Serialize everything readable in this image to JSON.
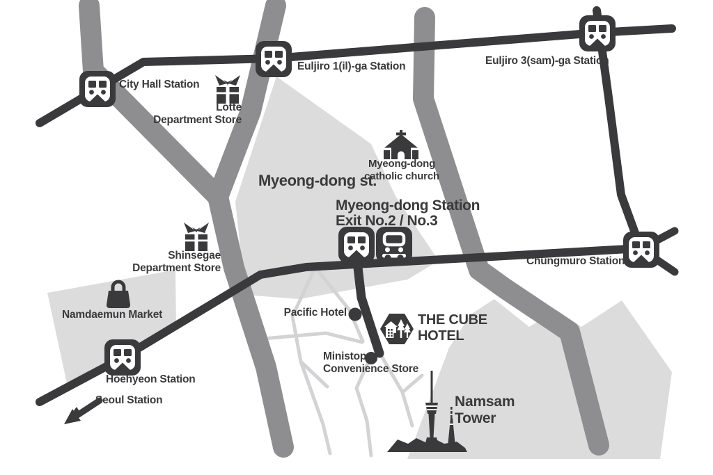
{
  "map": {
    "description": "Stylized access map of THE CUBE HOTEL in Myeong-dong, Seoul",
    "colors": {
      "ink": "#3a3a3c",
      "road_gray": "#8e8e91",
      "area_light": "#dcdcdd",
      "street_light": "#d3d3d5",
      "background": "#ffffff"
    },
    "icons": {
      "train_station": "train-front-icon",
      "bus_stop": "bus-front-icon",
      "department_store": "gift-icon",
      "market": "shopping-bag-icon",
      "church": "church-icon",
      "hotel_logo": "hexagon-lodge-icon",
      "tower": "namsan-tower-icon",
      "direction_arrow": "arrow-down-left-icon",
      "poi_dot": "dot-marker"
    },
    "labels": {
      "city_hall": "City Hall Station",
      "euljiro_1": "Euljiro 1(il)-ga Station",
      "euljiro_3": "Euljiro 3(sam)-ga Station",
      "chungmuro": "Chungmuro Station",
      "myeongdong_station_line1": "Myeong-dong Station",
      "myeongdong_station_line2": "Exit No.2 / No.3",
      "hoehyeon": "Hoehyeon Station",
      "seoul": "Seoul Station",
      "lotte_line1": "Lotte",
      "lotte_line2": "Department Store",
      "shinsegae_line1": "Shinsegae",
      "shinsegae_line2": "Department Store",
      "namdaemun": "Namdaemun Market",
      "myeongdong_street": "Myeong-dong st.",
      "church_line1": "Myeong-dong",
      "church_line2": "catholic church",
      "pacific": "Pacific Hotel",
      "ministop_line1": "Ministop",
      "ministop_line2": "Convenience Store",
      "cube_line1": "THE CUBE",
      "cube_line2": "HOTEL",
      "namsan_line1": "Namsam",
      "namsan_line2": "Tower"
    }
  }
}
